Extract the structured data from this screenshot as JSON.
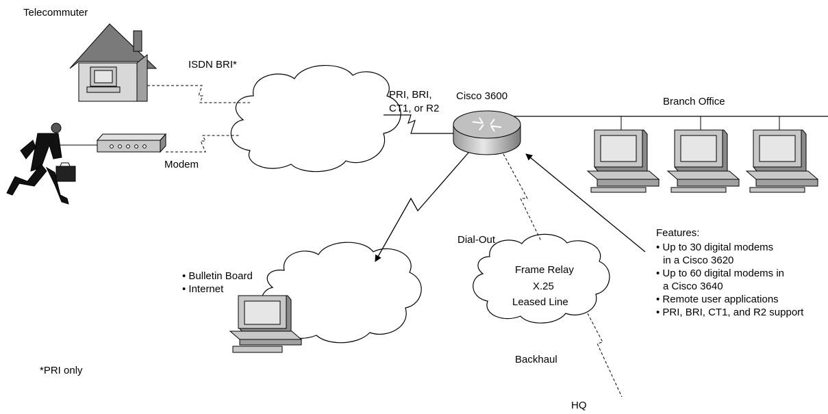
{
  "labels": {
    "telecommuter": "Telecommuter",
    "isdn_bri": "ISDN BRI*",
    "modem": "Modem",
    "pri_line1": "PRI, BRI,",
    "pri_line2": "CT1, or R2",
    "cisco": "Cisco 3600",
    "branch_office": "Branch Office",
    "dial_out": "Dial-Out",
    "frame_relay": "Frame Relay",
    "x25": "X.25",
    "leased_line": "Leased Line",
    "backhaul": "Backhaul",
    "hq": "HQ",
    "pri_only": "*PRI only"
  },
  "bulletin_list": [
    "• Bulletin Board",
    "• Internet"
  ],
  "features": {
    "heading": "Features:",
    "lines": [
      "• Up to 30 digital modems",
      "in a Cisco 3620",
      "• Up to 60 digital modems in",
      "a Cisco 3640",
      "• Remote user applications",
      "• PRI, BRI, CT1, and R2 support"
    ]
  },
  "colors": {
    "device_fill": "#c8c8c8",
    "device_dark": "#8a8a8a",
    "screen": "#e6e6e6",
    "line": "#000000"
  }
}
